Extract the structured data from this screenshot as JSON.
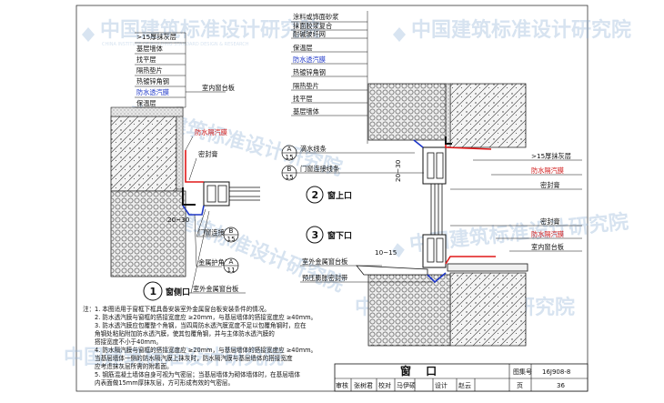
{
  "watermark": {
    "text": "中国建筑标准设计研究院",
    "subtext": "CHINA INSTITUTE OF BUILDING STANDARD DESIGN & RESEARCH"
  },
  "detail1": {
    "layers": [
      ">15厚抹灰层",
      "基层墙体",
      "找平层",
      "隔热垫片",
      "热镀锌角钢",
      "防水透汽膜",
      "保温层"
    ],
    "label_inner_sill": "室内窗台板",
    "label_waterproof": "防水隔汽膜",
    "label_sealant": "密封膏",
    "label_dim": "20~30",
    "label_door_strip": "门窗连接线条",
    "label_corner_strip": "金属护角线条",
    "label_outer_sill": "室外金属窗台板",
    "ref_b": {
      "top": "B",
      "bottom": "15"
    },
    "ref_a": {
      "top": "A",
      "bottom": "11"
    },
    "title_no": "1",
    "title": "窗侧口"
  },
  "detail2": {
    "layers": [
      "涂料或饰面砂浆",
      "抹面胶浆复合",
      "耐碱玻纤网",
      "保温层",
      "防水透汽膜",
      "热镀锌角钢",
      "隔热垫片",
      "找平层",
      "基层墙体"
    ],
    "label_drip": "滴水线条",
    "label_door_strip": "门窗连接线条",
    "label_plaster": ">15厚抹灰层",
    "label_waterproof": "防水隔汽膜",
    "label_sealant": "密封膏",
    "label_dim": "20~30",
    "ref_a": {
      "top": "A",
      "bottom": "15"
    },
    "ref_b": {
      "top": "B",
      "bottom": "15"
    },
    "title_no": "2",
    "title": "窗上口"
  },
  "detail3": {
    "title_no": "3",
    "title": "窗下口",
    "label_sealant": "密封膏",
    "label_waterproof": "防水隔汽膜",
    "label_inner_sill": "室内窗台板",
    "label_dim": "10~15",
    "label_outer_sill": "室外金属窗台板",
    "label_foam": "预压膨胀密封带"
  },
  "notes": {
    "lead": "注：",
    "lines": [
      "1. 本图适用于窗框下框具备安装室外金属窗台板安装条件的情况。",
      "2. 防水透汽膜与窗框的搭接宽度应 ≥20mm，与基层墙体的搭接宽度应 ≥40mm。",
      "3. 防水透汽膜应包覆整个角钢，当四周防水透汽膜宽度不足以包覆角钢时，应在",
      "   角钢处粘贴附加防水透汽膜，使其包覆角钢，并与主体防水透汽膜的",
      "   搭接宽度不小于40mm。",
      "4. 防水隔汽膜与窗框的搭接宽度应 ≥20mm，与基层墙体的搭接宽度应 ≥40mm。",
      "   当基层墙体一侧的防水隔汽膜上抹灰时，防水隔汽膜与基层墙体的搭接宽度",
      "   应考虑抹灰层所需的附着面。",
      "5. 钢筋混凝土墙体自身可视为气密层；当基层墙体为砌体墙体时，在基层墙体",
      "   内表面做15mm厚抹灰层，方可形成有效的气密层。"
    ]
  },
  "title_block": {
    "title": "窗  口",
    "atlas_label": "图集号",
    "atlas_no": "16J908-8",
    "review_label": "审核",
    "review_name": "张树君",
    "check_label": "校对",
    "check_name": "马伊硕",
    "design_label": "设计",
    "design_name": "赵云",
    "page_label": "页",
    "page_no": "36"
  }
}
